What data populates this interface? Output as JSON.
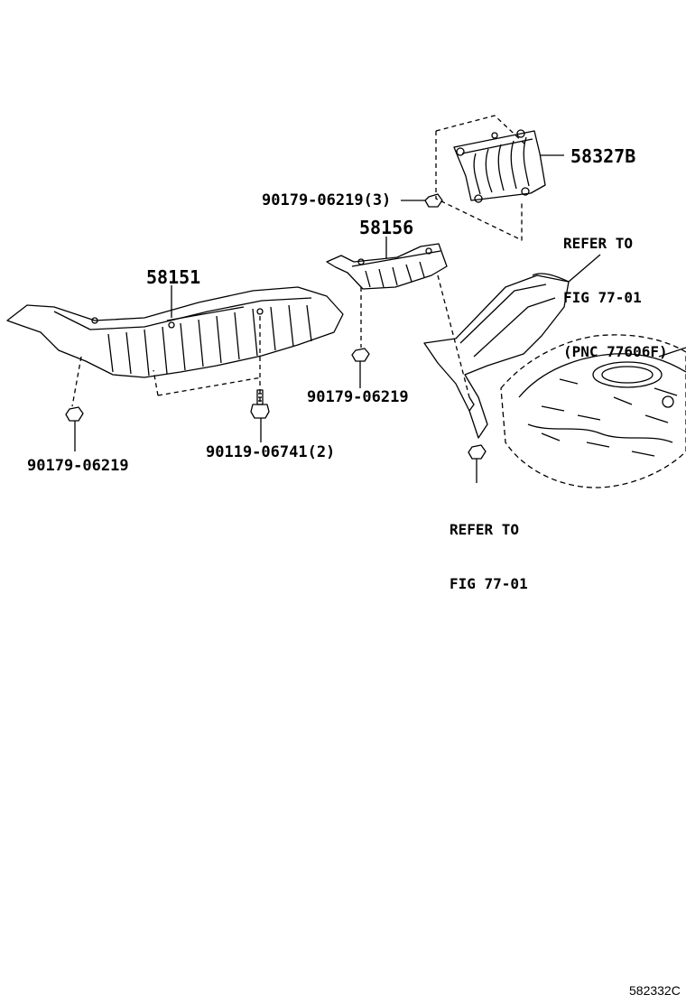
{
  "labels": {
    "part_58327b": "58327B",
    "part_58156": "58156",
    "part_58151": "58151",
    "bolt_top": "90179-06219(3)",
    "nut_left": "90179-06219",
    "nut_mid": "90179-06219",
    "bolt_stud": "90119-06741(2)",
    "refer_top_line1": "REFER TO",
    "refer_top_line2": "FIG 77-01",
    "refer_top_line3": "(PNC 77606F)",
    "refer_bottom_line1": "REFER TO",
    "refer_bottom_line2": "FIG 77-01",
    "figure_id": "582332C"
  },
  "colors": {
    "line": "#000000",
    "background": "#ffffff"
  }
}
